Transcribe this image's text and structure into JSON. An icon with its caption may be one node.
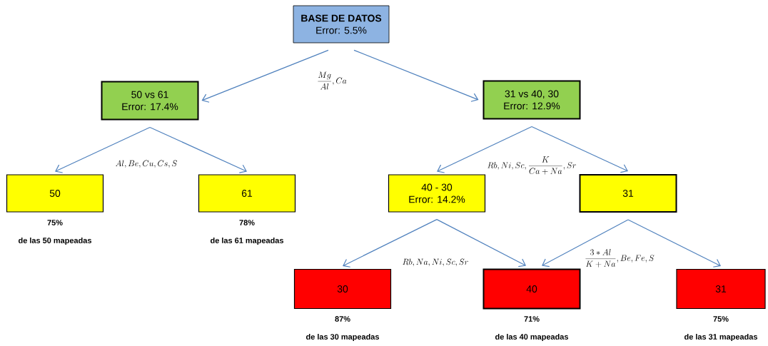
{
  "diagram": {
    "nodes": [
      {
        "text": [
          "BASE DE DATOS",
          "Error: 5.5%"
        ]
      },
      {
        "text": [
          "50 vs 61",
          "Error: 17.4%"
        ]
      },
      {
        "text": [
          "31 vs 40, 30",
          "Error: 12.9%"
        ]
      },
      {
        "text": [
          "50"
        ],
        "beside": [
          "75%",
          "de las 50 mapeadas"
        ]
      },
      {
        "text": [
          "61"
        ],
        "beside": [
          "78%",
          "de las 61 mapeadas"
        ]
      },
      {
        "text": [
          "40 - 30",
          "Error: 14.2%"
        ]
      },
      {
        "text": [
          "31"
        ]
      },
      {
        "text": [
          "30"
        ],
        "beside": [
          "87%",
          "de las 30 mapeadas"
        ]
      },
      {
        "text": [
          "40"
        ],
        "beside": [
          "71%",
          "de las 40 mapeadas"
        ]
      },
      {
        "text": [
          "31"
        ],
        "beside": [
          "75%",
          "de las 31 mapeadas"
        ]
      }
    ],
    "edges": [
      {
        "from": 0,
        "to": 1,
        "arrow": "to"
      },
      {
        "from": 0,
        "to": 2,
        "arrow": "to"
      },
      {
        "from": 1,
        "to": 3,
        "arrow": "to"
      },
      {
        "from": 1,
        "to": 4,
        "arrow": "to"
      },
      {
        "from": 2,
        "to": 5,
        "arrow": "to"
      },
      {
        "from": 2,
        "to": 6,
        "arrow": "to"
      },
      {
        "from": 5,
        "to": 7,
        "arrow": "to"
      },
      {
        "from": 5,
        "to": 8,
        "arrow": "to"
      },
      {
        "from": 6,
        "to": 8,
        "arrow": "to"
      },
      {
        "from": 6,
        "to": 9,
        "arrow": "to"
      }
    ],
    "labels": [
      "\\frac{Mg}{Al}, Ca",
      "Al, Be, Cu, Cs, S",
      "Rb, Ni, Sc, \\frac{K}{Ca + Na}, Sr",
      "Rb, Na, Ni, Sc, Sr",
      "\\frac{3 * Al}{K + Na}, Be, Fe, S"
    ]
  }
}
